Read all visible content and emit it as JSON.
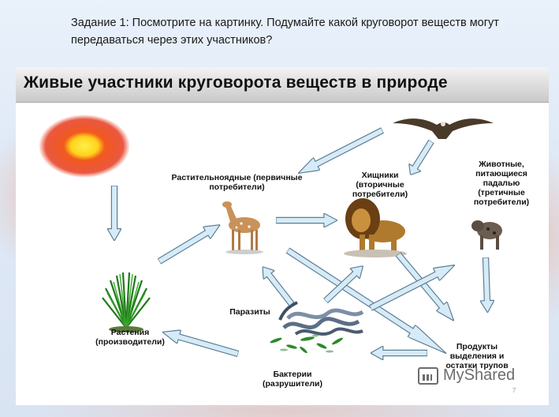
{
  "task_text": "Задание 1: Посмотрите на картинку. Подумайте какой круговорот веществ могут передаваться через этих участников?",
  "banner_title": "Живые участники круговорота веществ в природе",
  "labels": {
    "herbivores": "Растительноядные (первичные потребители)",
    "predators": "Хищники (вторичные потребители)",
    "scavengers": "Животные, питающиеся падалью (третичные потребители)",
    "parasites": "Паразиты",
    "plants": "Растения (производители)",
    "bacteria": "Бактерии (разрушители)",
    "waste": "Продукты выделения и остатки трупов"
  },
  "watermark": "MyShared",
  "page_number": "7",
  "colors": {
    "arrow_fill": "#d6ebf7",
    "arrow_stroke": "#5d7f95",
    "sun_outer": "#e63b1f",
    "sun_inner": "#ffe21a"
  },
  "icons": [
    "sun-icon",
    "eagle-icon",
    "deer-icon",
    "lion-icon",
    "hyena-icon",
    "grass-icon",
    "worms-icon",
    "bacteria-icon"
  ]
}
